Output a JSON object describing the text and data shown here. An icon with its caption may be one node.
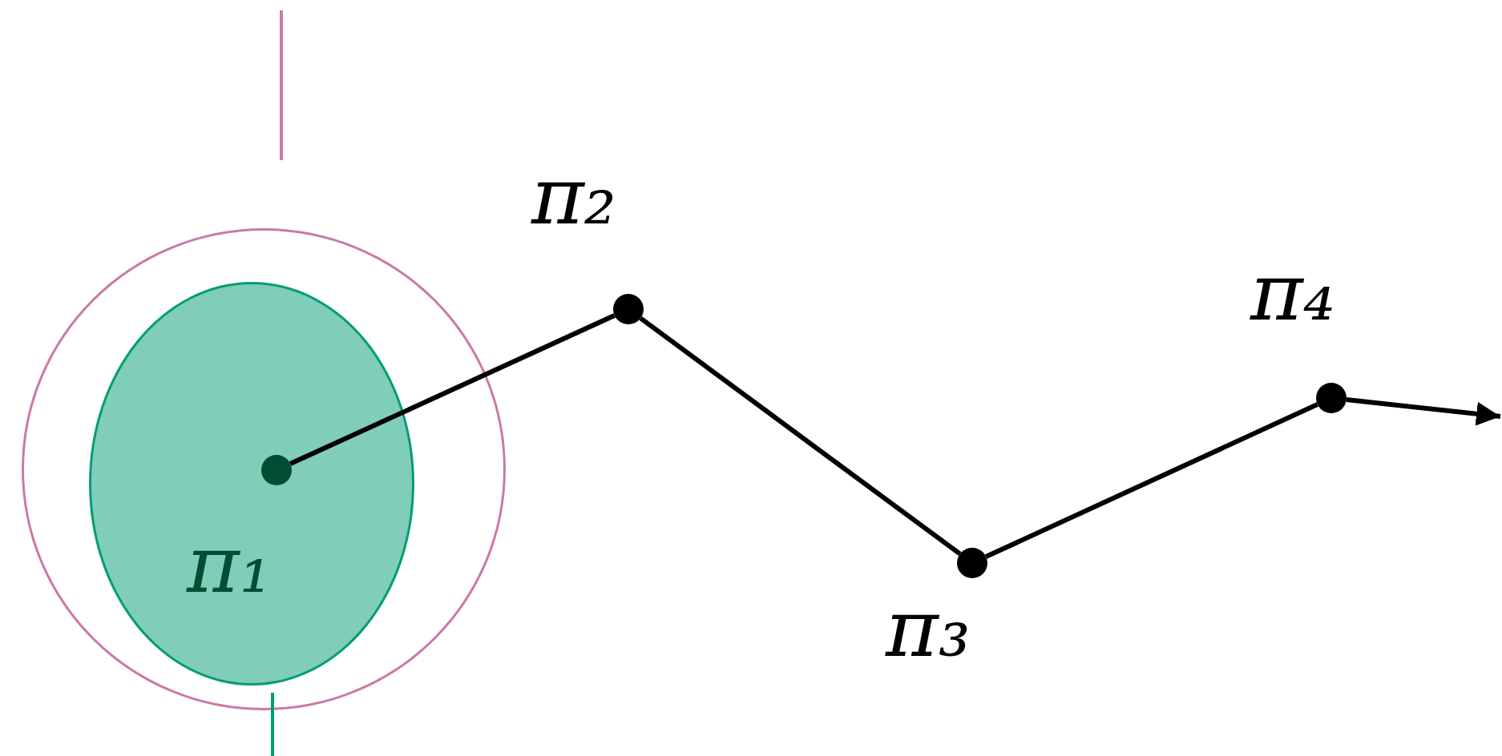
{
  "diagram": {
    "nodes": [
      {
        "text": [],
        "shape": "circle"
      },
      {
        "text": [],
        "shape": "circle",
        "in": 0
      },
      {
        "text": [],
        "shape": "circle",
        "in": 1,
        "beside": [
          "π₁"
        ]
      },
      {
        "text": [],
        "shape": "circle",
        "beside": [
          "π₂"
        ]
      },
      {
        "text": [],
        "shape": "circle",
        "beside": [
          "π₃"
        ]
      },
      {
        "text": [],
        "shape": "circle",
        "beside": [
          "π₄"
        ]
      }
    ],
    "edges": [
      {
        "from": 2,
        "to": 3,
        "arrow": "none"
      },
      {
        "from": 3,
        "to": 4,
        "arrow": "none"
      },
      {
        "from": 4,
        "to": 5,
        "arrow": "none"
      },
      {
        "from": 5,
        "to": null,
        "arrow": "to"
      }
    ]
  }
}
